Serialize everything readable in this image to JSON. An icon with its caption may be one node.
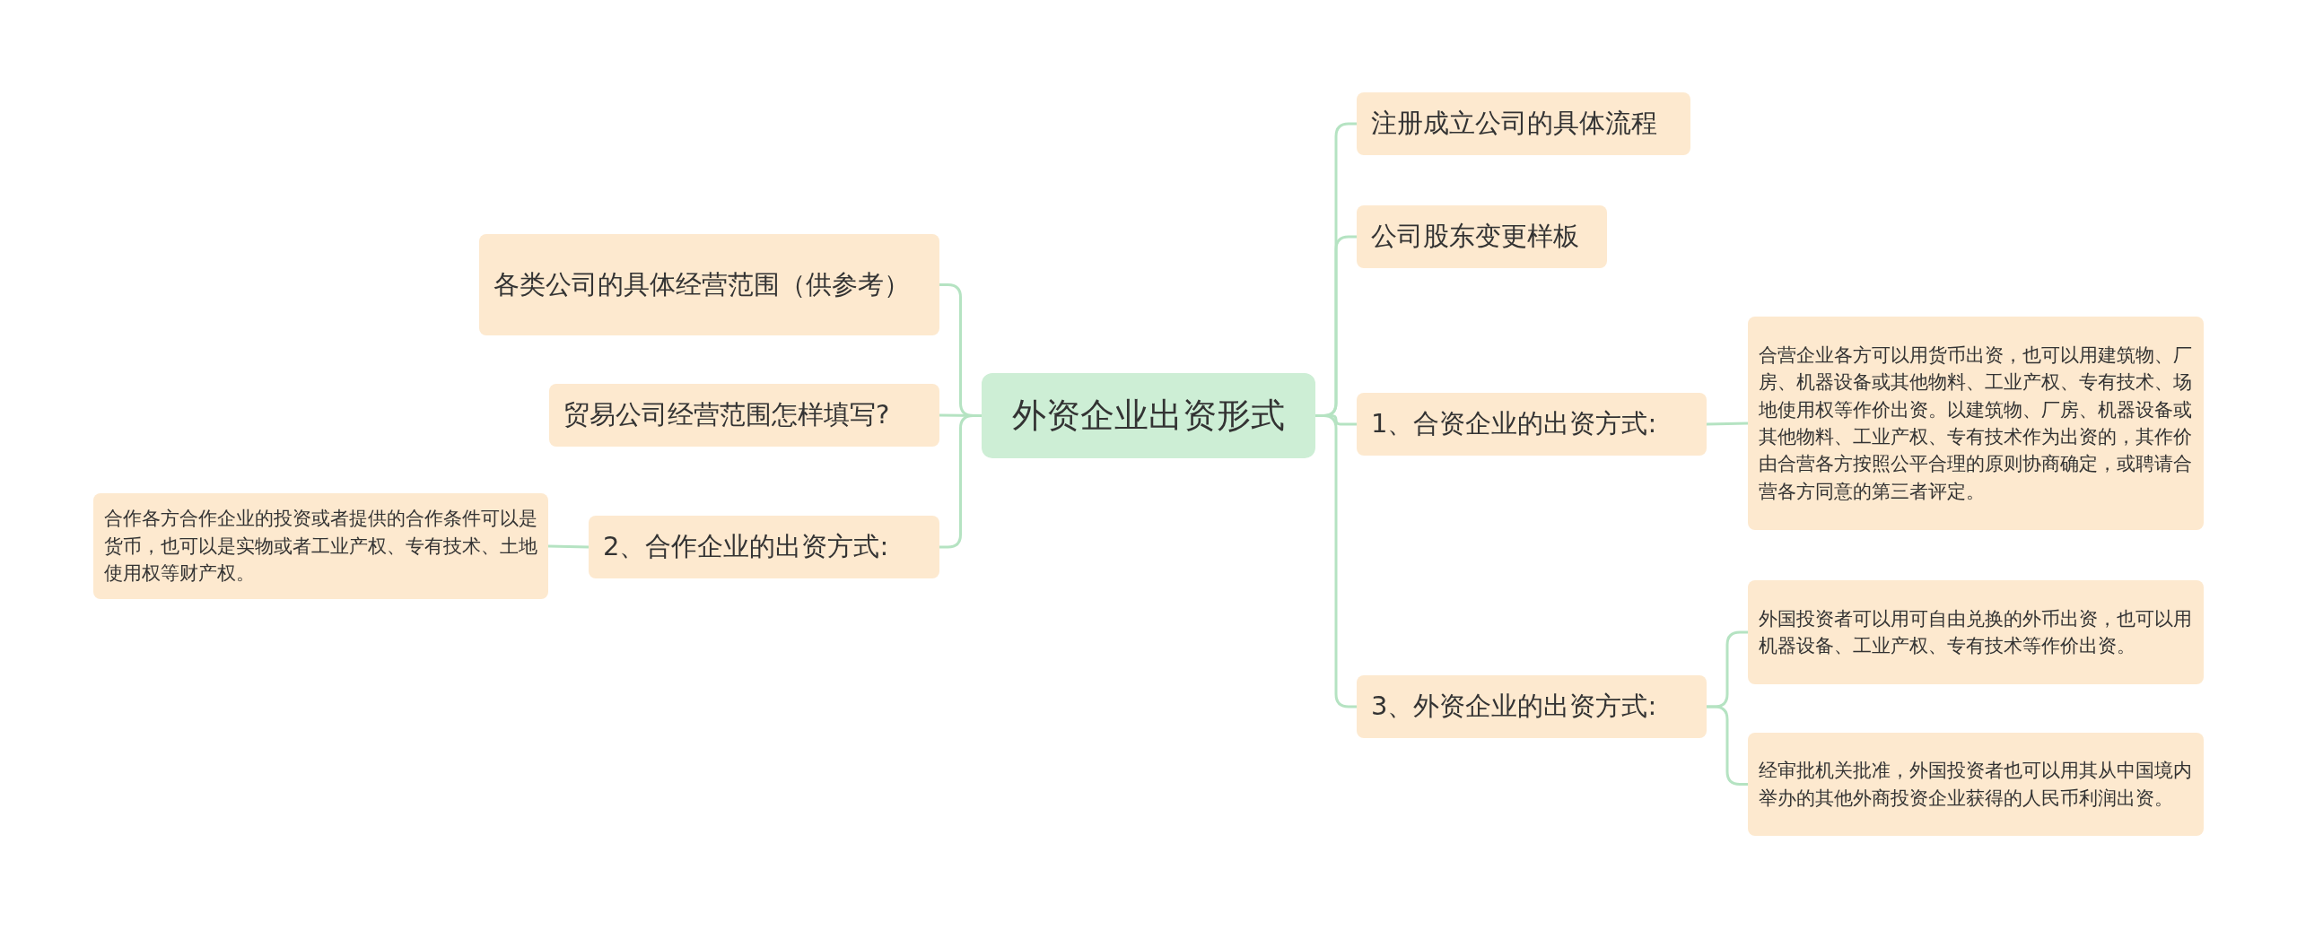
{
  "diagram": {
    "nodes": [
      {
        "text": [
          "外资企业出资形式"
        ]
      },
      {
        "text": [
          "各类公司的具体经营范围（供参考）"
        ]
      },
      {
        "text": [
          "贸易公司经营范围怎样填写?"
        ]
      },
      {
        "text": [
          "2、合作企业的出资方式:"
        ]
      },
      {
        "text": [
          "合作各方合作企业的投资或者提供的合作条件可以是货币，也可以是实物或者工业产权、专有技术、土地使用权等财产权。"
        ]
      },
      {
        "text": [
          "注册成立公司的具体流程"
        ]
      },
      {
        "text": [
          "公司股东变更样板"
        ]
      },
      {
        "text": [
          "1、合资企业的出资方式:"
        ]
      },
      {
        "text": [
          "合营企业各方可以用货币出资，也可以用建筑物、厂房、机器设备或其他物料、工业产权、专有技术、场地使用权等作价出资。以建筑物、厂房、机器设备或其他物料、工业产权、专有技术作为出资的，其作价由合营各方按照公平合理的原则协商确定，或聘请合营各方同意的第三者评定。"
        ]
      },
      {
        "text": [
          "3、外资企业的出资方式:"
        ]
      },
      {
        "text": [
          "外国投资者可以用可自由兑换的外币出资，也可以用机器设备、工业产权、专有技术等作价出资。"
        ]
      },
      {
        "text": [
          "经审批机关批准，外国投资者也可以用其从中国境内举办的其他外商投资企业获得的人民币利润出资。"
        ]
      }
    ],
    "edges": [
      {
        "from": 0,
        "to": 1,
        "arrow": "none"
      },
      {
        "from": 0,
        "to": 2,
        "arrow": "none"
      },
      {
        "from": 0,
        "to": 3,
        "arrow": "none"
      },
      {
        "from": 3,
        "to": 4,
        "arrow": "none"
      },
      {
        "from": 0,
        "to": 5,
        "arrow": "none"
      },
      {
        "from": 0,
        "to": 6,
        "arrow": "none"
      },
      {
        "from": 0,
        "to": 7,
        "arrow": "none"
      },
      {
        "from": 7,
        "to": 8,
        "arrow": "none"
      },
      {
        "from": 0,
        "to": 9,
        "arrow": "none"
      },
      {
        "from": 9,
        "to": 10,
        "arrow": "none"
      },
      {
        "from": 9,
        "to": 11,
        "arrow": "none"
      }
    ]
  }
}
